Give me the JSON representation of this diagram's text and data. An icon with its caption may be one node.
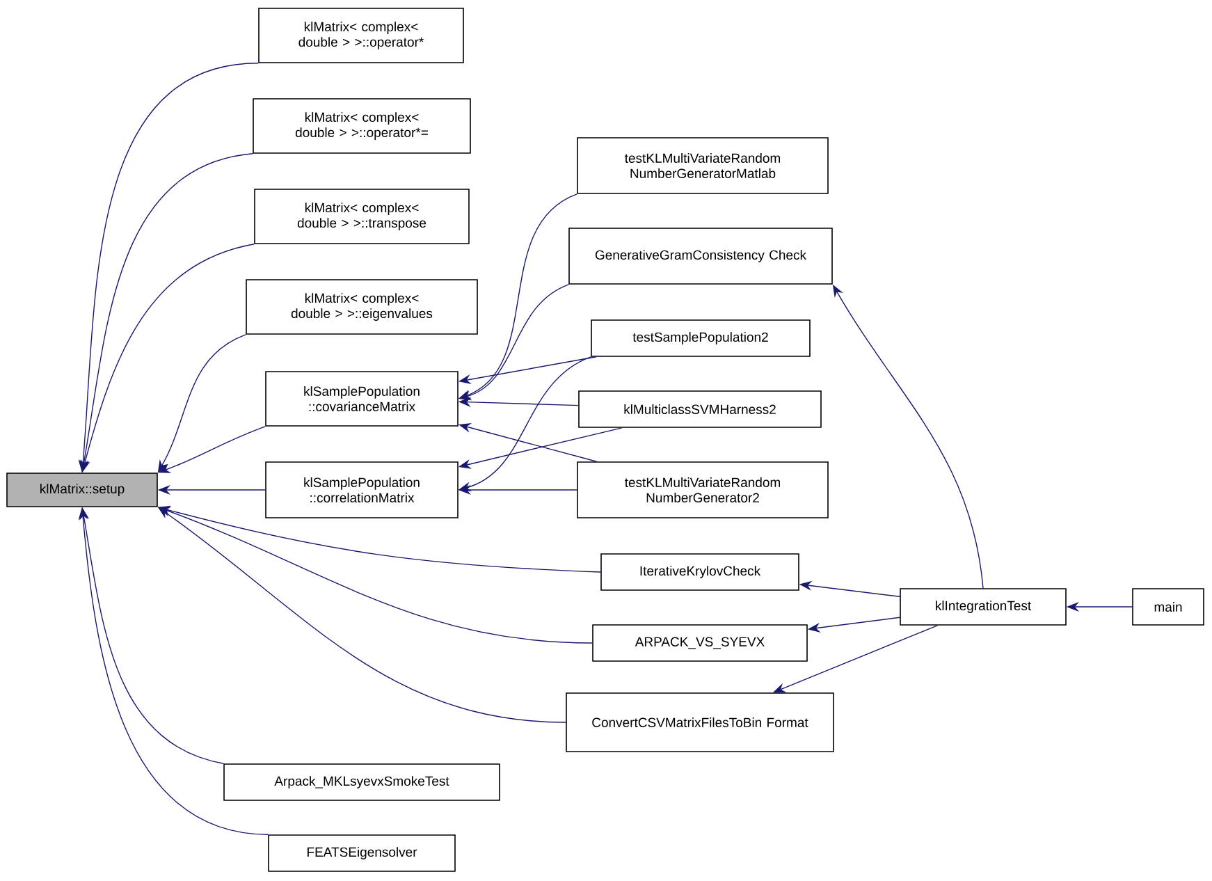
{
  "diagram": {
    "nodes": [
      {
        "text": [
          "klMatrix::setup"
        ]
      },
      {
        "text": [
          "klMatrix< complex< double > >::operator*"
        ]
      },
      {
        "text": [
          "klMatrix< complex< double > >::operator*="
        ]
      },
      {
        "text": [
          "klMatrix< complex< double > >::transpose"
        ]
      },
      {
        "text": [
          "klMatrix< complex< double > >::eigenvalues"
        ]
      },
      {
        "text": [
          "klSamplePopulation ::covarianceMatrix"
        ]
      },
      {
        "text": [
          "klSamplePopulation ::correlationMatrix"
        ]
      },
      {
        "text": [
          "testKLMultiVariateRandom NumberGeneratorMatlab"
        ]
      },
      {
        "text": [
          "GenerativeGramConsistency Check"
        ]
      },
      {
        "text": [
          "testSamplePopulation2"
        ]
      },
      {
        "text": [
          "klMulticlassSVMHarness2"
        ]
      },
      {
        "text": [
          "testKLMultiVariateRandom NumberGenerator2"
        ]
      },
      {
        "text": [
          "IterativeKrylovCheck"
        ]
      },
      {
        "text": [
          "ARPACK_VS_SYEVX"
        ]
      },
      {
        "text": [
          "ConvertCSVMatrixFilesToBin Format"
        ]
      },
      {
        "text": [
          "klIntegrationTest"
        ]
      },
      {
        "text": [
          "main"
        ]
      },
      {
        "text": [
          "Arpack_MKLsyevxSmokeTest"
        ]
      },
      {
        "text": [
          "FEATSEigensolver"
        ]
      }
    ],
    "edges": [
      {
        "from": 1,
        "to": 0,
        "arrow": "to"
      },
      {
        "from": 2,
        "to": 0,
        "arrow": "to"
      },
      {
        "from": 3,
        "to": 0,
        "arrow": "to"
      },
      {
        "from": 4,
        "to": 0,
        "arrow": "to"
      },
      {
        "from": 5,
        "to": 0,
        "arrow": "to"
      },
      {
        "from": 6,
        "to": 0,
        "arrow": "to"
      },
      {
        "from": 12,
        "to": 0,
        "arrow": "to"
      },
      {
        "from": 13,
        "to": 0,
        "arrow": "to"
      },
      {
        "from": 14,
        "to": 0,
        "arrow": "to"
      },
      {
        "from": 17,
        "to": 0,
        "arrow": "to"
      },
      {
        "from": 18,
        "to": 0,
        "arrow": "to"
      },
      {
        "from": 7,
        "to": 5,
        "arrow": "to"
      },
      {
        "from": 8,
        "to": 5,
        "arrow": "to"
      },
      {
        "from": 9,
        "to": 5,
        "arrow": "to"
      },
      {
        "from": 10,
        "to": 5,
        "arrow": "to"
      },
      {
        "from": 11,
        "to": 5,
        "arrow": "to"
      },
      {
        "from": 9,
        "to": 6,
        "arrow": "to"
      },
      {
        "from": 10,
        "to": 6,
        "arrow": "to"
      },
      {
        "from": 11,
        "to": 6,
        "arrow": "to"
      },
      {
        "from": 15,
        "to": 8,
        "arrow": "to"
      },
      {
        "from": 15,
        "to": 12,
        "arrow": "to"
      },
      {
        "from": 15,
        "to": 13,
        "arrow": "to"
      },
      {
        "from": 15,
        "to": 14,
        "arrow": "to"
      },
      {
        "from": 16,
        "to": 15,
        "arrow": "to"
      }
    ]
  }
}
